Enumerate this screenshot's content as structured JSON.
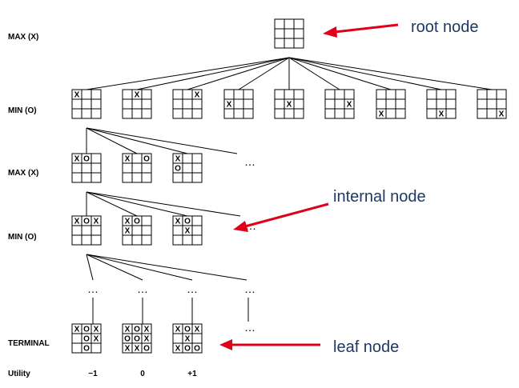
{
  "levels": [
    "MAX (X)",
    "MIN (O)",
    "MAX (X)",
    "MIN (O)",
    "TERMINAL",
    "Utility"
  ],
  "callouts": {
    "root": "root node",
    "internal": "internal node",
    "leaf": "leaf node"
  },
  "ellipsis": "…",
  "utilities": [
    "−1",
    "0",
    "+1"
  ],
  "colors": {
    "arrow": "#e0001b",
    "callout_text": "#1f3864"
  },
  "boards": {
    "root": [
      "",
      "",
      "",
      "",
      "",
      "",
      "",
      "",
      ""
    ],
    "level1": [
      [
        "X",
        "",
        "",
        "",
        "",
        "",
        "",
        "",
        ""
      ],
      [
        "",
        "X",
        "",
        "",
        "",
        "",
        "",
        "",
        ""
      ],
      [
        "",
        "",
        "X",
        "",
        "",
        "",
        "",
        "",
        ""
      ],
      [
        "",
        "",
        "",
        "X",
        "",
        "",
        "",
        "",
        ""
      ],
      [
        "",
        "",
        "",
        "",
        "X",
        "",
        "",
        "",
        ""
      ],
      [
        "",
        "",
        "",
        "",
        "",
        "X",
        "",
        "",
        ""
      ],
      [
        "",
        "",
        "",
        "",
        "",
        "",
        "X",
        "",
        ""
      ],
      [
        "",
        "",
        "",
        "",
        "",
        "",
        "",
        "X",
        ""
      ],
      [
        "",
        "",
        "",
        "",
        "",
        "",
        "",
        "",
        "X"
      ]
    ],
    "level2": [
      [
        "X",
        "O",
        "",
        "",
        "",
        "",
        "",
        "",
        ""
      ],
      [
        "X",
        "",
        "O",
        "",
        "",
        "",
        "",
        "",
        ""
      ],
      [
        "X",
        "",
        "",
        "O",
        "",
        "",
        "",
        "",
        ""
      ]
    ],
    "level3": [
      [
        "X",
        "O",
        "X",
        "",
        "",
        "",
        "",
        "",
        ""
      ],
      [
        "X",
        "O",
        "",
        "X",
        "",
        "",
        "",
        "",
        ""
      ],
      [
        "X",
        "O",
        "",
        "",
        "X",
        "",
        "",
        "",
        ""
      ]
    ],
    "terminal": [
      [
        "X",
        "O",
        "X",
        "",
        "O",
        "X",
        "",
        "O",
        ""
      ],
      [
        "X",
        "O",
        "X",
        "O",
        "O",
        "X",
        "X",
        "X",
        "O"
      ],
      [
        "X",
        "O",
        "X",
        "",
        "X",
        "",
        "X",
        "O",
        "O"
      ]
    ]
  }
}
